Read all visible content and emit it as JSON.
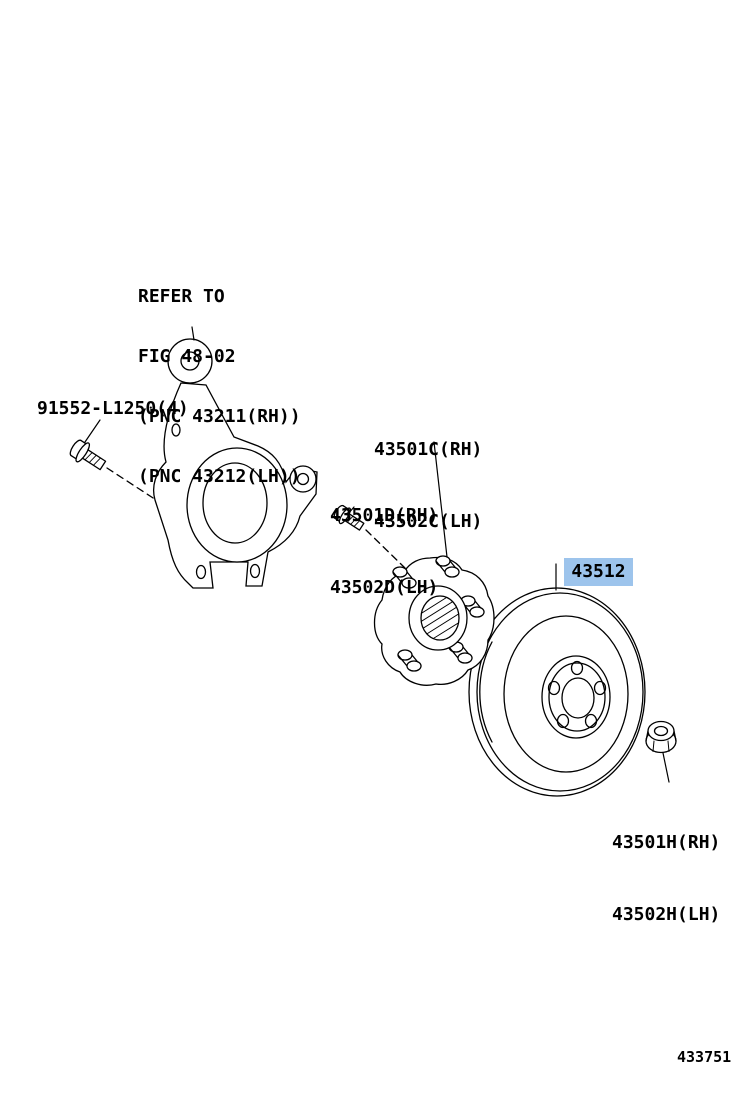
{
  "page": {
    "figure_number": "433751"
  },
  "colors": {
    "highlight": "#9dc4ec",
    "ink": "#000000"
  },
  "callouts": {
    "refer_note": {
      "lines": [
        "REFER TO",
        "FIG 48-02",
        "(PNC 43211(RH))",
        "(PNC 43212(LH))"
      ]
    },
    "knuckle_bolt": {
      "label": "91552-L1250(4)"
    },
    "hub_bearing": {
      "lines": [
        "43501C(RH)",
        "43502C(LH)"
      ]
    },
    "hub_bolt": {
      "lines": [
        "43501D(RH)",
        "43502D(LH)"
      ]
    },
    "brake_disc": {
      "label": "43512",
      "highlighted": true
    },
    "hub_nut": {
      "lines": [
        "43501H(RH)",
        "43502H(LH)"
      ]
    }
  }
}
